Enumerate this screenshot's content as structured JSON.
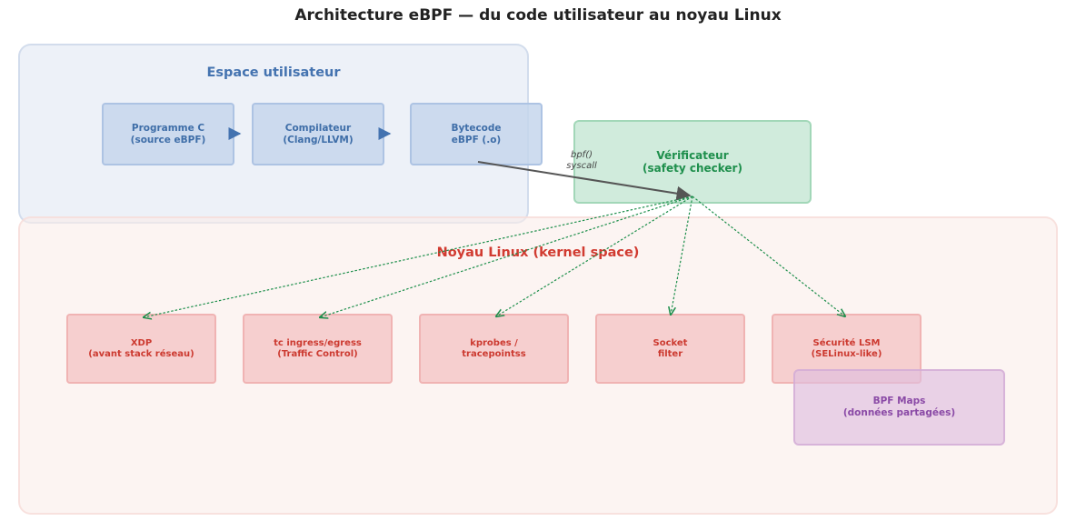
{
  "title": "Architecture eBPF — du code utilisateur au noyau Linux",
  "regions": {
    "user_space": "Espace utilisateur",
    "kernel_space": "Noyau Linux (kernel space)"
  },
  "user_pipeline": [
    "Programme C\n(source eBPF)",
    "Compilateur\n(Clang/LLVM)",
    "Bytecode\neBPF (.o)"
  ],
  "verifier": "Vérificateur\n(safety checker)",
  "syscall_label": "bpf()\nsyscall",
  "hooks": [
    "XDP\n(avant stack réseau)",
    "tc ingress/egress\n(Traffic Control)",
    "kprobes /\ntracepointss",
    "Socket\nfilter",
    "Sécurité LSM\n(SELinux-like)"
  ],
  "maps": "BPF Maps\n(données partagées)",
  "colors": {
    "user_accent": "#4473b0",
    "kernel_accent": "#d13b31",
    "verifier_accent": "#1e8f4c",
    "maps_accent": "#8a4aa6",
    "syscall_arrow": "#555555",
    "hook_arrows": "#1e8f4c"
  }
}
